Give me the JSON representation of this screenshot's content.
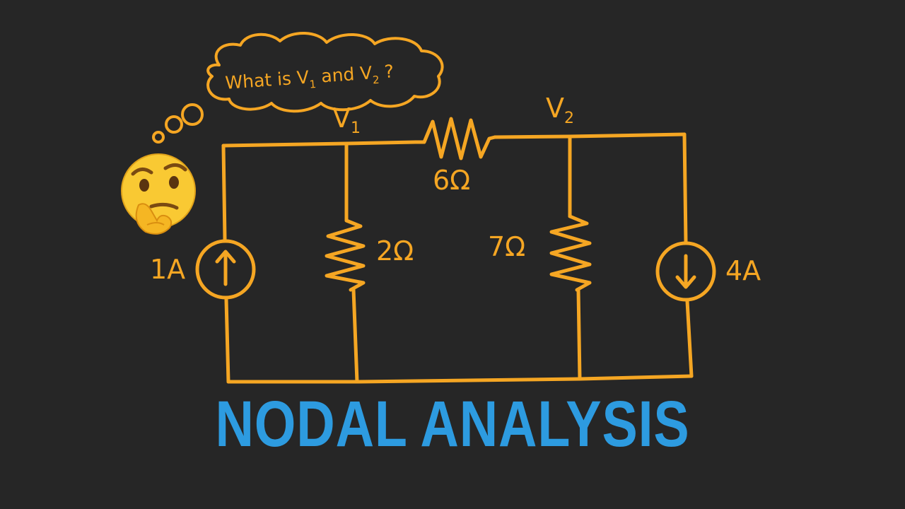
{
  "colors": {
    "background": "#262626",
    "wire": "#f5a623",
    "title": "#2d9be0"
  },
  "thought_bubble": {
    "text_prefix": "What is V",
    "sub1": "1",
    "mid": " and V",
    "sub2": "2",
    "suffix": " ?"
  },
  "emoji_icon": "thinking-face-icon",
  "nodes": {
    "v1": {
      "main": "V",
      "sub": "1"
    },
    "v2": {
      "main": "V",
      "sub": "2"
    }
  },
  "components": {
    "r_series": "6Ω",
    "r_left": "2Ω",
    "r_right": "7Ω",
    "source_left": "1A",
    "source_right": "4A"
  },
  "title": "NODAL ANALYSIS"
}
